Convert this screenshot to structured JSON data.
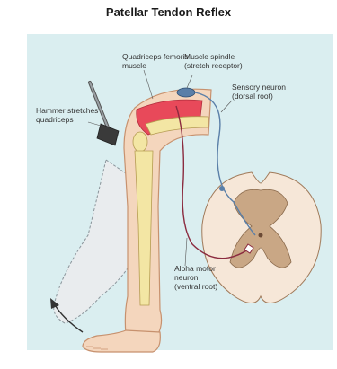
{
  "title": "Patellar Tendon Reflex",
  "labels": {
    "quadriceps": [
      "Quadriceps femoris",
      "muscle"
    ],
    "spindle": [
      "Muscle spindle",
      "(stretch receptor)"
    ],
    "sensory": [
      "Sensory neuron",
      "(dorsal root)"
    ],
    "hammer": [
      "Hammer stretches",
      "quadriceps"
    ],
    "motor": [
      "Alpha motor",
      "neuron",
      "(ventral root)"
    ]
  },
  "colors": {
    "panel": "#daeef0",
    "skin": "#f4d6bd",
    "skin_edge": "#c7916e",
    "muscle": "#e8495a",
    "bone": "#f3e6a4",
    "sensory_neuron": "#5a7fa8",
    "motor_neuron": "#8b2b3f",
    "grey_matter": "#c9a785",
    "white_matter": "#f6e7d8"
  }
}
